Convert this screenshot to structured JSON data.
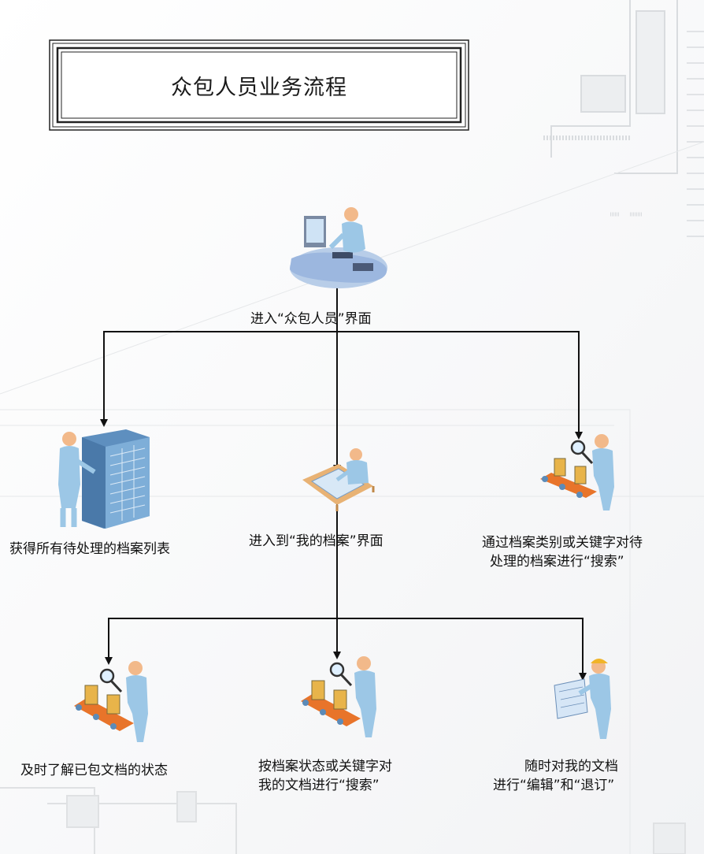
{
  "title": "众包人员业务流程",
  "nodes": {
    "top": {
      "label": "进入“众包人员”界面",
      "icon": "workstation-person-icon"
    },
    "left1": {
      "label": "获得所有待处理的档案列表",
      "icon": "server-rack-person-icon"
    },
    "center1": {
      "label": "进入到“我的档案”界面",
      "icon": "blueprint-desk-person-icon"
    },
    "right1": {
      "label_line1": "通过档案类别或关键字对待",
      "label_line2": "处理的档案进行“搜索”",
      "icon": "conveyor-magnifier-person-icon"
    },
    "left2": {
      "label": "及时了解已包文档的状态",
      "icon": "conveyor-magnifier-person-icon"
    },
    "center2": {
      "label_line1": "按档案状态或关键字对",
      "label_line2": "我的文档进行“搜索”",
      "icon": "conveyor-magnifier-person-icon"
    },
    "right2": {
      "label_line1": "随时对我的文档",
      "label_line2": "进行“编辑”和“退订”",
      "icon": "hardhat-blueprint-person-icon"
    }
  },
  "colors": {
    "line": "#111111",
    "person": "#9cc7e6",
    "skin": "#f2b98a",
    "conveyor": "#e8742a",
    "rack": "#6f9fc9",
    "background": "#fbfbfc"
  }
}
